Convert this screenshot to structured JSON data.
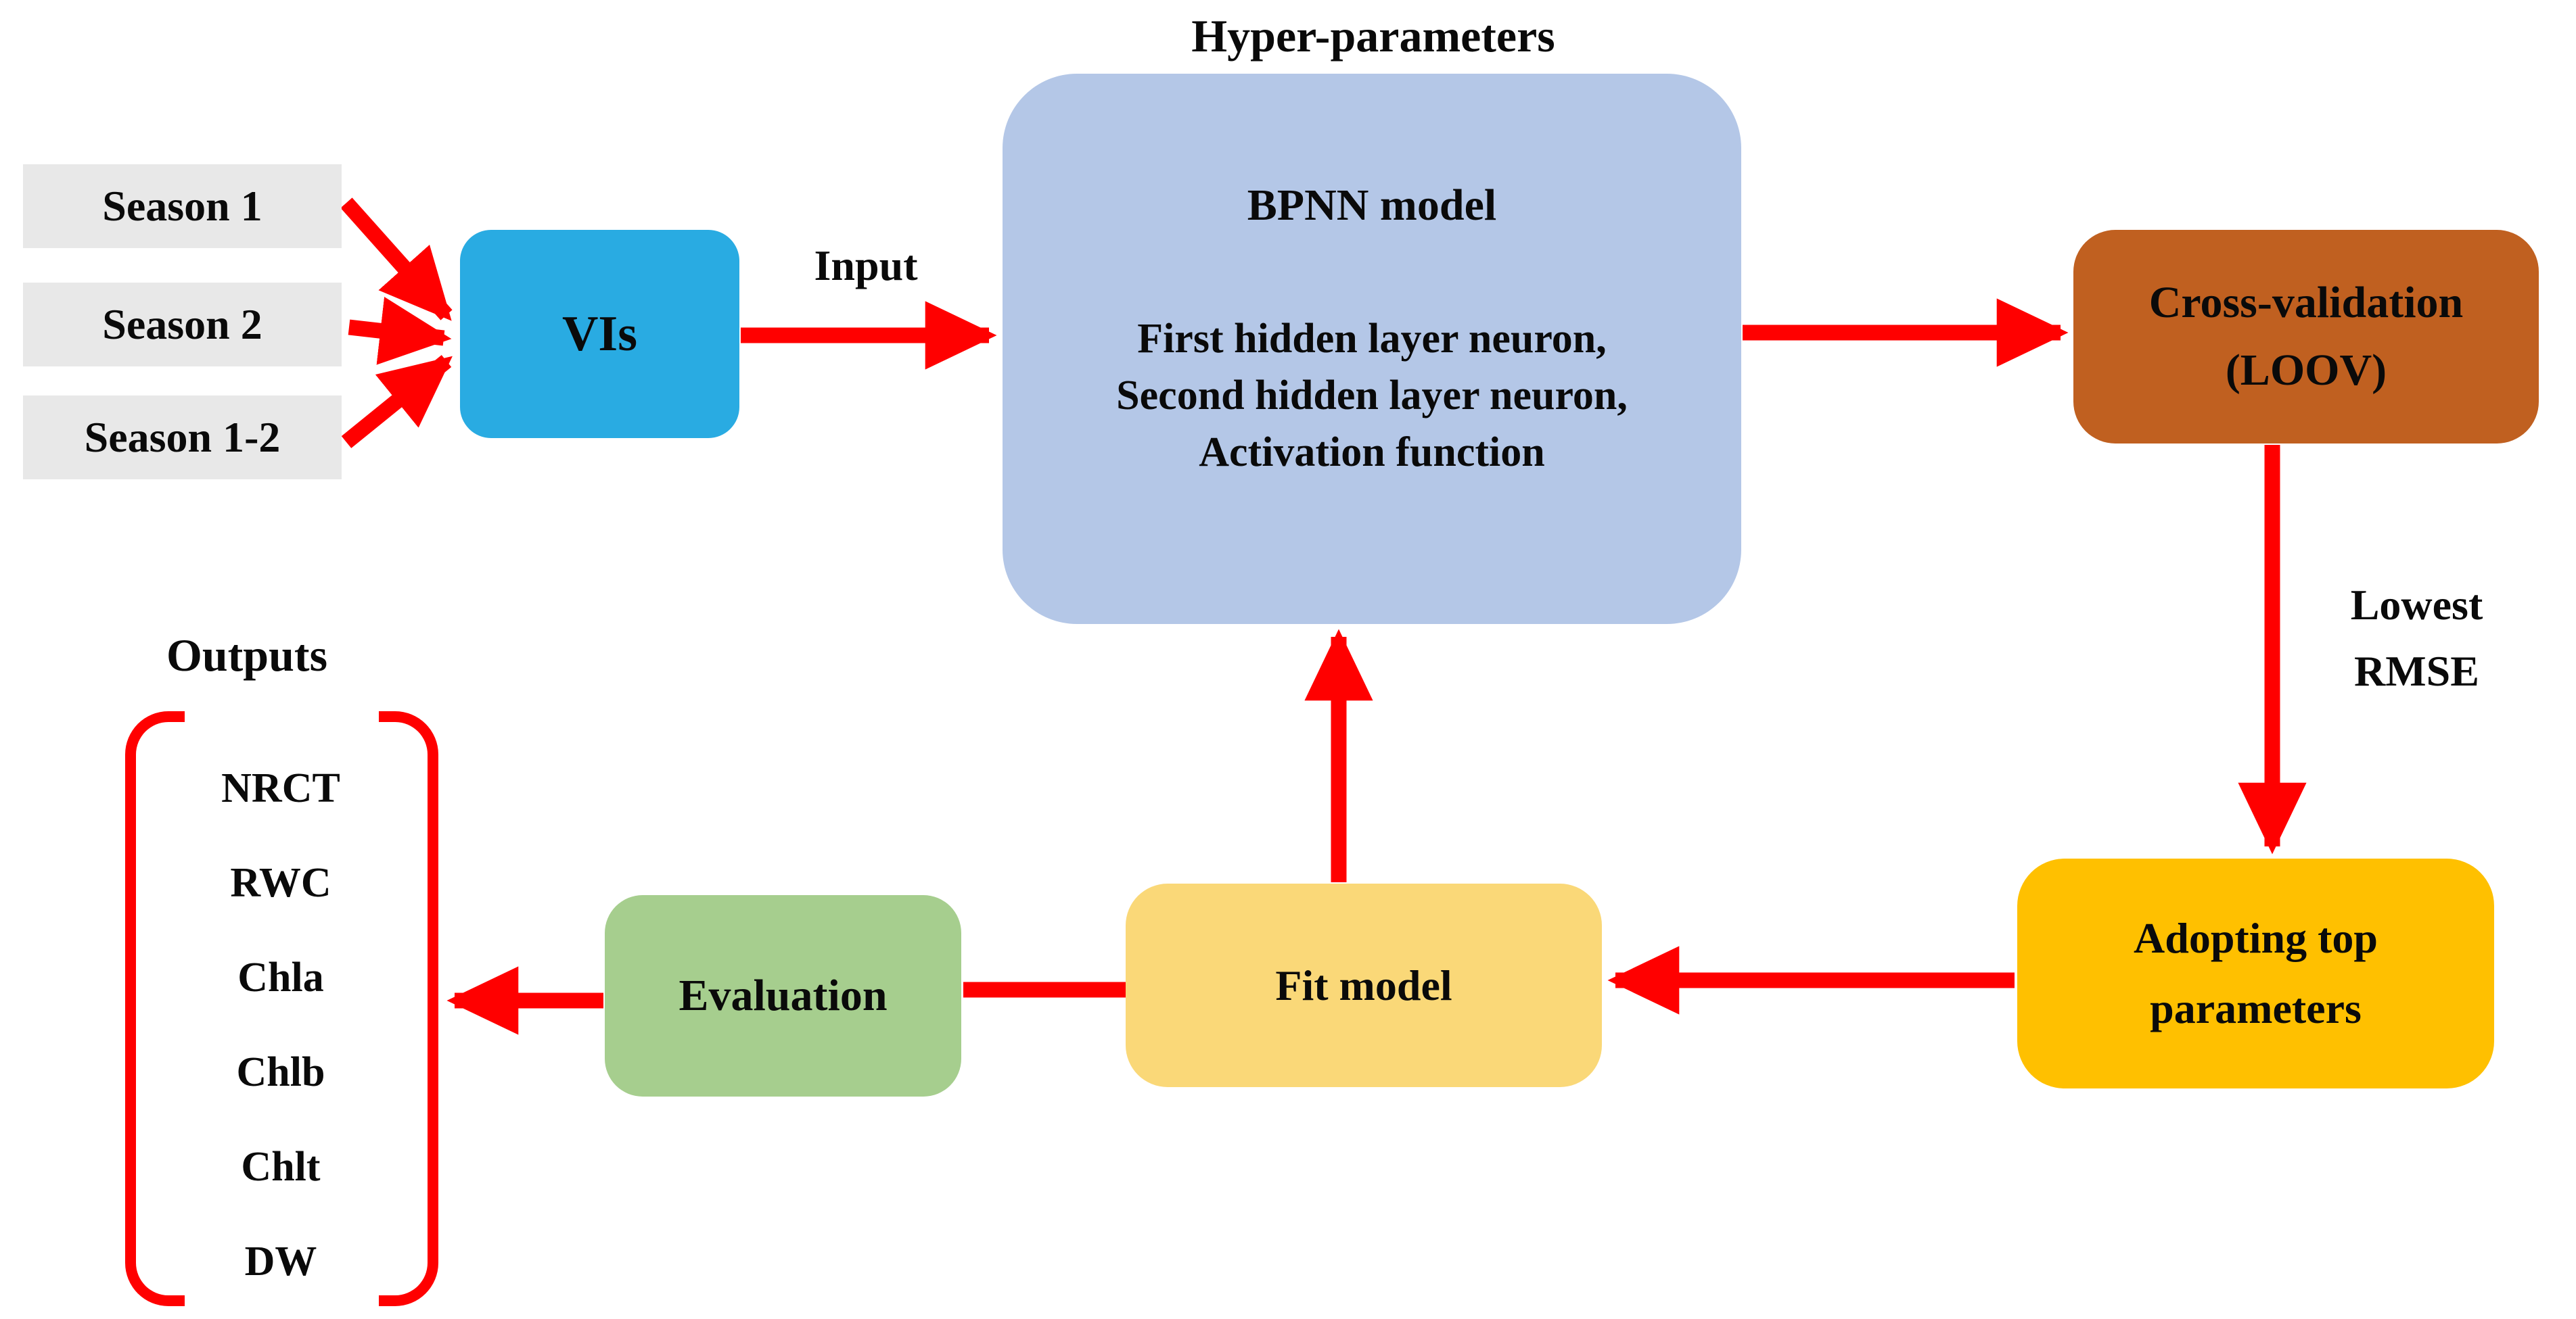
{
  "title": "Hyper-parameters",
  "inputs": {
    "items": [
      {
        "label": "Season 1"
      },
      {
        "label": "Season 2"
      },
      {
        "label": "Season 1-2"
      }
    ]
  },
  "nodes": {
    "vis": {
      "label": "VIs"
    },
    "bpnn": {
      "title": "BPNN model",
      "lines": [
        "First hidden layer neuron,",
        "Second hidden layer neuron,",
        "Activation function"
      ]
    },
    "cross_validation": {
      "line1": "Cross-validation",
      "line2": "(LOOV)"
    },
    "adopting": {
      "line1": "Adopting top",
      "line2": "parameters"
    },
    "fit": {
      "label": "Fit model"
    },
    "evaluation": {
      "label": "Evaluation"
    }
  },
  "edge_labels": {
    "input": "Input",
    "lowest_rmse": {
      "line1": "Lowest",
      "line2": "RMSE"
    }
  },
  "outputs": {
    "title": "Outputs",
    "items": [
      "NRCT",
      "RWC",
      "Chla",
      "Chlb",
      "Chlt",
      "DW"
    ]
  },
  "colors": {
    "arrow": "#FF0000",
    "season_bg": "#E8E8E8",
    "vis": "#29ABE2",
    "bpnn": "#B4C7E7",
    "cross_validation": "#C06020",
    "adopting": "#FFC000",
    "fit": "#FAD878",
    "evaluation": "#A6CE8E",
    "text": "#0A0A0A"
  }
}
